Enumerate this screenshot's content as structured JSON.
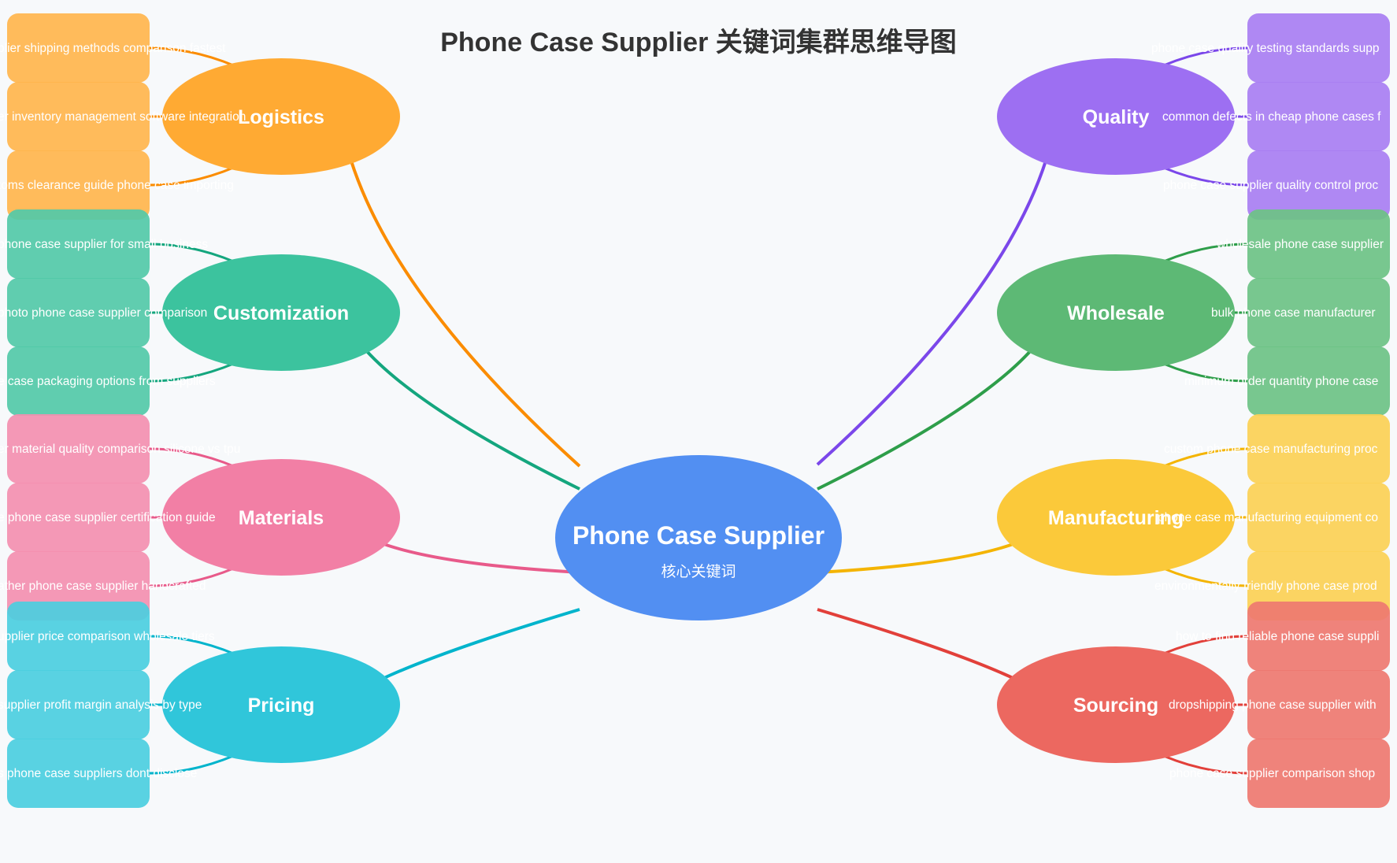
{
  "title": "Phone Case Supplier 关键词集群思维导图",
  "center": {
    "label": "Phone Case Supplier",
    "sublabel": "核心关键词",
    "color": "#528ff2"
  },
  "categories": [
    {
      "label": "Logistics",
      "side": "left",
      "color": "#ffaa33",
      "line": "#fb8c00",
      "leaf": "#ffb54d",
      "leaves": [
        "plier shipping methods comparison fastest",
        "er inventory management software integration",
        "toms clearance guide phone case importing"
      ]
    },
    {
      "label": "Customization",
      "side": "left",
      "color": "#3cc39e",
      "line": "#14a67e",
      "leaf": "#52c9a8",
      "leaves": [
        "phone case supplier for small business",
        "photo phone case supplier comparison",
        "e case packaging options from suppliers"
      ]
    },
    {
      "label": "Materials",
      "side": "left",
      "color": "#f27fa5",
      "line": "#e85a8a",
      "leaf": "#f38fb0",
      "leaves": [
        "er material quality comparison silicone vs tpu",
        "e phone case supplier certification guide",
        "ather phone case supplier handcrafted"
      ]
    },
    {
      "label": "Pricing",
      "side": "left",
      "color": "#30c6da",
      "line": "#00b4cc",
      "leaf": "#4bcedf",
      "leaves": [
        "upplier price comparison wholesale tiers",
        "supplier profit margin analysis by type",
        "s phone case suppliers dont disclose"
      ]
    },
    {
      "label": "Quality",
      "side": "right",
      "color": "#9d6ff2",
      "line": "#7b47ea",
      "leaf": "#a87ef2",
      "leaves": [
        "phone case quality testing standards supp",
        "common defects in cheap phone cases f",
        "phone case supplier quality control proc"
      ]
    },
    {
      "label": "Wholesale",
      "side": "right",
      "color": "#5db975",
      "line": "#2e9e4a",
      "leaf": "#6dc286",
      "leaves": [
        "wholesale phone case supplier",
        "bulk phone case manufacturer",
        "minimum order quantity phone case"
      ]
    },
    {
      "label": "Manufacturing",
      "side": "right",
      "color": "#fbc93a",
      "line": "#f4b400",
      "leaf": "#fbd055",
      "leaves": [
        "custom phone case manufacturing proc",
        "phone case manufacturing equipment co",
        "environmentally friendly phone case prod"
      ]
    },
    {
      "label": "Sourcing",
      "side": "right",
      "color": "#ec6860",
      "line": "#e2403a",
      "leaf": "#ee7870",
      "leaves": [
        "how to find reliable phone case suppli",
        "dropshipping phone case supplier with",
        "phone case supplier comparison shop"
      ]
    }
  ]
}
